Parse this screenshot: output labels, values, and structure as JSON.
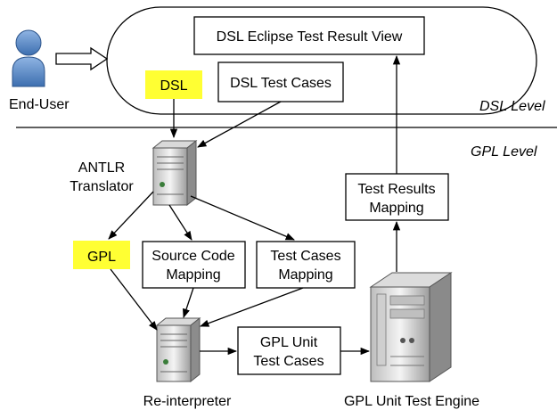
{
  "levels": {
    "dsl": "DSL Level",
    "gpl": "GPL Level"
  },
  "actors": {
    "end_user": "End-User"
  },
  "nodes": {
    "dsl_result_view": "DSL Eclipse Test Result View",
    "dsl_test_cases": "DSL Test Cases",
    "dsl": "DSL",
    "antlr_translator": [
      "ANTLR",
      "Translator"
    ],
    "gpl": "GPL",
    "source_code_mapping": [
      "Source Code",
      "Mapping"
    ],
    "test_cases_mapping": [
      "Test Cases",
      "Mapping"
    ],
    "test_results_mapping": [
      "Test Results",
      "Mapping"
    ],
    "gpl_unit_test_cases": [
      "GPL Unit",
      "Test Cases"
    ],
    "re_interpreter": "Re-interpreter",
    "gpl_unit_test_engine": "GPL Unit Test Engine"
  },
  "colors": {
    "highlight": "#ffff33",
    "user_icon": "#5b8ac6",
    "server_body": "#ececec"
  },
  "icons": {
    "user": "user-icon",
    "translator_server": "server-icon",
    "reinterpreter_server": "server-icon",
    "engine_server": "server-tower-icon"
  }
}
